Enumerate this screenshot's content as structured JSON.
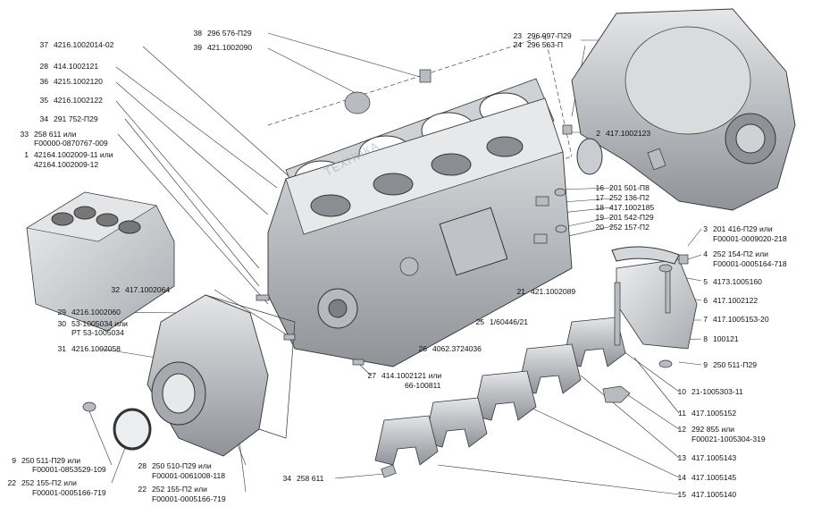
{
  "watermark": "ТЕХНИКА",
  "colors": {
    "part_fill": "#d7d9db",
    "part_dark": "#9ea2a6",
    "line": "#333333"
  },
  "callouts": [
    {
      "num": "37",
      "code": "4216.1002014-02"
    },
    {
      "num": "38",
      "code": "296 576-П29"
    },
    {
      "num": "39",
      "code": "421.1002090"
    },
    {
      "num": "28",
      "code": "414.1002121"
    },
    {
      "num": "36",
      "code": "4215.1002120"
    },
    {
      "num": "35",
      "code": "4216.1002122"
    },
    {
      "num": "34",
      "code": "291 752-П29"
    },
    {
      "num": "33",
      "code": "258 611 или"
    },
    {
      "num": "",
      "code": "F00000-0870767-009"
    },
    {
      "num": "1",
      "code": "42164.1002009-11 или"
    },
    {
      "num": "",
      "code": "42164.1002009-12"
    },
    {
      "num": "23",
      "code": "296 997-П29"
    },
    {
      "num": "24",
      "code": "296 563-П"
    },
    {
      "num": "2",
      "code": "417.1002123"
    },
    {
      "num": "16",
      "code": "201 501-П8"
    },
    {
      "num": "17",
      "code": "252 136-П2"
    },
    {
      "num": "18",
      "code": "417.1002185"
    },
    {
      "num": "19",
      "code": "201 542-П29"
    },
    {
      "num": "20",
      "code": "252 157-П2"
    },
    {
      "num": "3",
      "code": "201 416-П29 или"
    },
    {
      "num": "",
      "code": "F00001-0009020-218"
    },
    {
      "num": "4",
      "code": "252 154-П2 или"
    },
    {
      "num": "",
      "code": "F00001-0005164-718"
    },
    {
      "num": "5",
      "code": "4173.1005160"
    },
    {
      "num": "6",
      "code": "417.1002122"
    },
    {
      "num": "7",
      "code": "417.1005153-20"
    },
    {
      "num": "8",
      "code": "100121"
    },
    {
      "num": "9",
      "code": "250 511-П29"
    },
    {
      "num": "10",
      "code": "21-1005303-11"
    },
    {
      "num": "11",
      "code": "417.1005152"
    },
    {
      "num": "12",
      "code": "292 855 или"
    },
    {
      "num": "",
      "code": "F00021-1005304-319"
    },
    {
      "num": "13",
      "code": "417.1005143"
    },
    {
      "num": "14",
      "code": "417.1005145"
    },
    {
      "num": "15",
      "code": "417.1005140"
    },
    {
      "num": "32",
      "code": "417.1002064"
    },
    {
      "num": "21",
      "code": "421.1002089"
    },
    {
      "num": "29",
      "code": "4216.1002060"
    },
    {
      "num": "30",
      "code": "53-1005034 или"
    },
    {
      "num": "",
      "code": "РТ 53-1005034"
    },
    {
      "num": "31",
      "code": "4216.1002058"
    },
    {
      "num": "25",
      "code": "1/60446/21"
    },
    {
      "num": "26",
      "code": "4062.3724036"
    },
    {
      "num": "27",
      "code": "414.1002121 или"
    },
    {
      "num": "",
      "code": "66-100811"
    },
    {
      "num": "9",
      "code": "250 511-П29 или"
    },
    {
      "num": "",
      "code": "F00001-0853529-109"
    },
    {
      "num": "22",
      "code": "252 155-П2 или"
    },
    {
      "num": "",
      "code": "F00001-0005166-719"
    },
    {
      "num": "28",
      "code": "250 510-П29 или"
    },
    {
      "num": "",
      "code": "F00001-0061008-118"
    },
    {
      "num": "22",
      "code": "252 155-П2 или"
    },
    {
      "num": "",
      "code": "F00001-0005166-719"
    },
    {
      "num": "34",
      "code": "258 611"
    }
  ]
}
